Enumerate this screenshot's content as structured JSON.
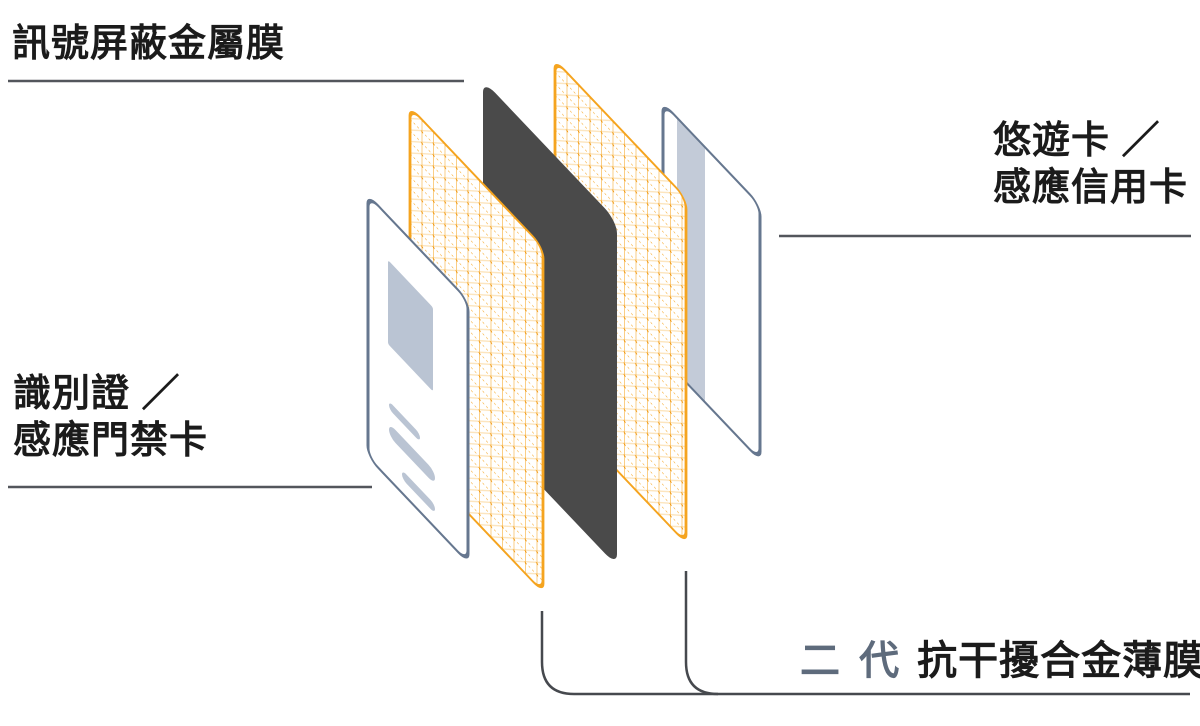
{
  "labels": {
    "shield_film": "訊號屏蔽金屬膜",
    "id_card_line1": "識別證 ／",
    "id_card_line2": "感應門禁卡",
    "easycard_line1": "悠遊卡 ／",
    "easycard_line2": "感應信用卡",
    "gen2_prefix": "二 代",
    "gen2_name": "抗干擾合金薄膜"
  },
  "colors": {
    "accent_orange": "#F5A41F",
    "mesh_dot_orange": "#F09A16",
    "card_outline_blue": "#66778F",
    "shield_film_dark": "#4A4A4A",
    "gen2_accent": "#5E6B7C",
    "card_content_gray": "#BAC4D3",
    "easycard_stripe_gray": "#C3CBD8",
    "callout_line_gray": "#53565C",
    "text_dark": "#1B1B1B"
  },
  "diagram": {
    "layers": [
      "id-card",
      "anti-interference-film-left",
      "signal-shield-metal-film",
      "anti-interference-film-right",
      "easycard-credit-card"
    ]
  }
}
